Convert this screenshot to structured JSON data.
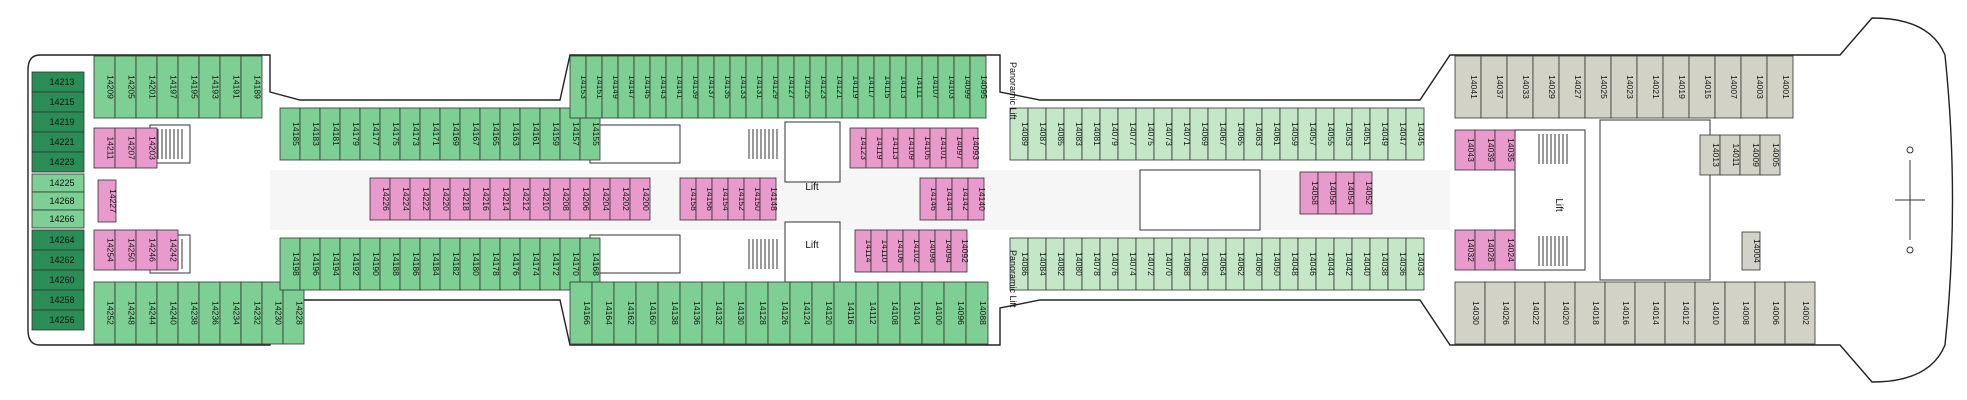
{
  "colors": {
    "green": "#7dcf93",
    "light_green": "#c3e7c7",
    "pink": "#e79acb",
    "grey": "#d2d2c6",
    "hull": "#222222",
    "dark_green": "#2a8d55"
  },
  "labels": {
    "lift_1": "Lift",
    "lift_2": "Lift",
    "lift_3": "Lift",
    "panoramic_top": "Panoramic Lift",
    "panoramic_bottom": "Panoramic Lift"
  },
  "cabins": {
    "stern_top": [
      "14213",
      "14215",
      "14219",
      "14221",
      "14223"
    ],
    "stern_mid": [
      "14225",
      "14268",
      "14266"
    ],
    "stern_bot": [
      "14264",
      "14262",
      "14260",
      "14258",
      "14256"
    ],
    "aft_top_outer": [
      "14209",
      "14205",
      "14201",
      "14197",
      "14195",
      "14193",
      "14191",
      "14189"
    ],
    "aft_inner_top_pink": [
      "14211",
      "14207",
      "14203"
    ],
    "aft_inner_bot_pink": [
      "14254",
      "14250",
      "14246",
      "14242"
    ],
    "stern_centre_pink": [
      "14227"
    ],
    "aft_bot_outer": [
      "14252",
      "14248",
      "14244",
      "14240",
      "14238",
      "14236",
      "14234",
      "14232",
      "14230",
      "14228"
    ],
    "taper_top_row": [
      "14185",
      "14183",
      "14181",
      "14179",
      "14177",
      "14175",
      "14173",
      "14171",
      "14169",
      "14167",
      "14165",
      "14163",
      "14161",
      "14159",
      "14157",
      "14155"
    ],
    "taper_mid_pink": [
      "14226",
      "14224",
      "14222",
      "14220",
      "14218",
      "14216",
      "14214",
      "14212",
      "14210",
      "14208",
      "14206",
      "14204",
      "14202",
      "14200"
    ],
    "taper_bot_row": [
      "14198",
      "14196",
      "14194",
      "14192",
      "14190",
      "14188",
      "14186",
      "14184",
      "14182",
      "14180",
      "14178",
      "14176",
      "14174",
      "14172",
      "14170",
      "14168"
    ],
    "mid_top_outer": [
      "14153",
      "14151",
      "14149",
      "14147",
      "14145",
      "14143",
      "14141",
      "14139",
      "14137",
      "14135",
      "14133",
      "14131",
      "14129",
      "14127",
      "14125",
      "14123",
      "14121",
      "14119",
      "14117",
      "14115",
      "14113",
      "14111",
      "14107",
      "14103",
      "14099",
      "14095"
    ],
    "mid_upper_pink": [
      "14123",
      "14119",
      "14113",
      "14109",
      "14105",
      "14101",
      "14097",
      "14093"
    ],
    "mid_centre_pink": [
      "14158",
      "14156",
      "14154",
      "14152",
      "14150",
      "14148"
    ],
    "mid_centre_pink_b": [
      "14146",
      "14144",
      "14142",
      "14140"
    ],
    "mid_lower_pink": [
      "14114",
      "14110",
      "14106",
      "14102",
      "14098",
      "14094",
      "14092"
    ],
    "mid_bot_outer": [
      "14166",
      "14164",
      "14162",
      "14160",
      "14138",
      "14136",
      "14132",
      "14130",
      "14128",
      "14126",
      "14124",
      "14120",
      "14116",
      "14112",
      "14108",
      "14104",
      "14100",
      "14096",
      "14088"
    ],
    "fwd_top_row": [
      "14089",
      "14087",
      "14085",
      "14083",
      "14081",
      "14079",
      "14077",
      "14075",
      "14073",
      "14071",
      "14069",
      "14067",
      "14065",
      "14063",
      "14061",
      "14059",
      "14057",
      "14055",
      "14053",
      "14051",
      "14049",
      "14047",
      "14045"
    ],
    "fwd_mid_pink": [
      "14058",
      "14056",
      "14054",
      "14052"
    ],
    "fwd_bot_row": [
      "14086",
      "14084",
      "14082",
      "14080",
      "14078",
      "14076",
      "14074",
      "14072",
      "14070",
      "14068",
      "14066",
      "14064",
      "14062",
      "14060",
      "14050",
      "14048",
      "14046",
      "14044",
      "14042",
      "14040",
      "14038",
      "14036",
      "14034"
    ],
    "bow_top_outer": [
      "14041",
      "14037",
      "14033",
      "14029",
      "14027",
      "14025",
      "14023",
      "14021",
      "14019",
      "14015",
      "14007",
      "14003",
      "14001"
    ],
    "bow_inner_pink_top": [
      "14043",
      "14039",
      "14035"
    ],
    "bow_inner_grey": [
      "14013",
      "14011",
      "14009",
      "14005"
    ],
    "bow_inner_pink_bot": [
      "14032",
      "14028",
      "14024"
    ],
    "bow_single": [
      "14004"
    ],
    "bow_bot_outer": [
      "14030",
      "14026",
      "14022",
      "14020",
      "14018",
      "14016",
      "14014",
      "14012",
      "14010",
      "14008",
      "14006",
      "14002"
    ]
  }
}
